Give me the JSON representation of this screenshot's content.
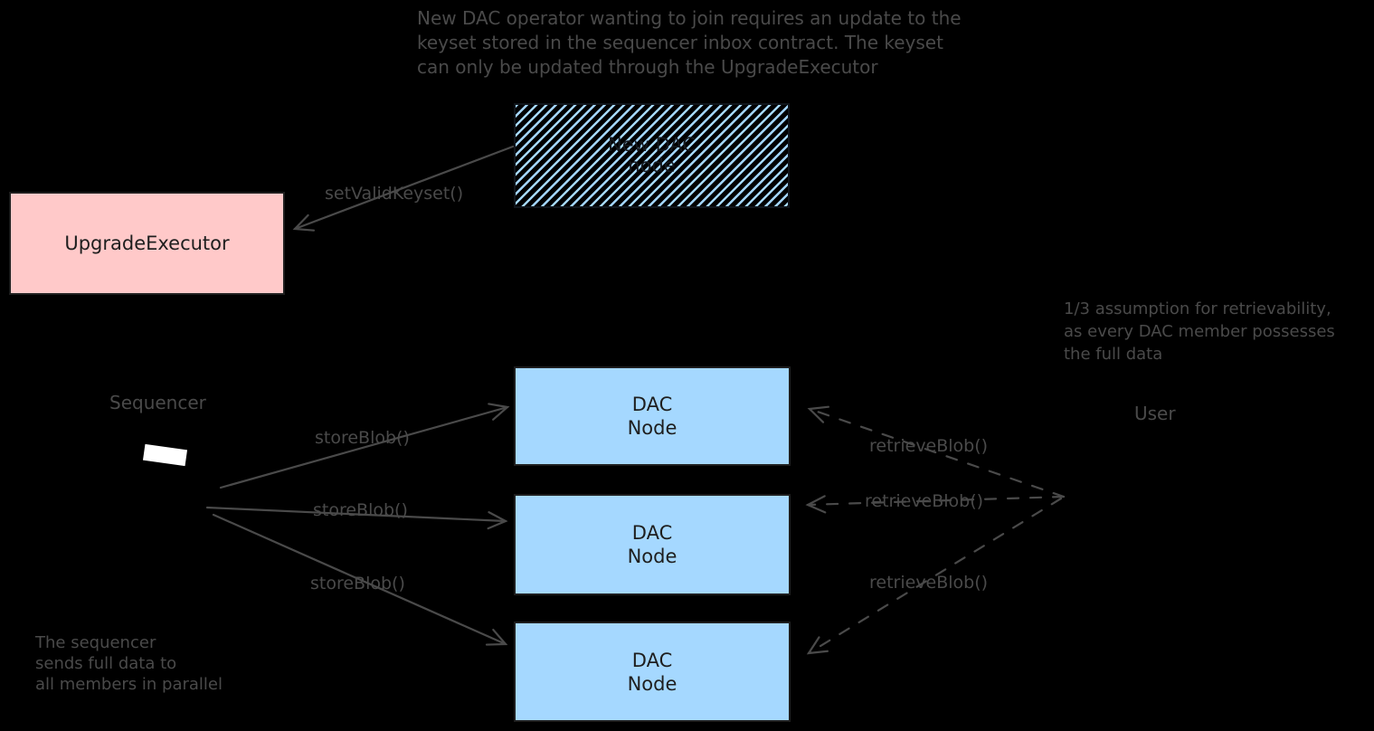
{
  "canvas": {
    "background": "#000000"
  },
  "colors": {
    "annotation": "#4a4a4a",
    "box_border": "#1e1e1e",
    "pink": "#ffc9c9",
    "blue": "#a5d8ff",
    "chip_white": "#ffffff"
  },
  "notes": {
    "top": "New DAC operator wanting to join requires an update to the\nkeyset stored in the sequencer inbox contract. The keyset\ncan only be updated through the UpgradeExecutor",
    "assumption": "1/3 assumption for retrievability,\nas every DAC member possesses\nthe full data",
    "parallel": "The sequencer\nsends full data to\nall members in parallel"
  },
  "nodes": {
    "upgrade_executor": {
      "label": "UpgradeExecutor"
    },
    "new_dac_node": {
      "label": "New DAC\nnode"
    },
    "dac_nodes": [
      {
        "label": "DAC\nNode"
      },
      {
        "label": "DAC\nNode"
      },
      {
        "label": "DAC\nNode"
      }
    ],
    "sequencer": {
      "label": "Sequencer"
    },
    "user": {
      "label": "User"
    }
  },
  "edges": {
    "set_valid_keyset": {
      "label": "setValidKeyset()",
      "style": "solid"
    },
    "store_blob": [
      {
        "label": "storeBlob()",
        "style": "solid"
      },
      {
        "label": "storeBlob()",
        "style": "solid"
      },
      {
        "label": "storeBlob()",
        "style": "solid"
      }
    ],
    "retrieve_blob": [
      {
        "label": "retrieveBlob()",
        "style": "dashed"
      },
      {
        "label": "retrieveBlob()",
        "style": "dashed"
      },
      {
        "label": "retrieveBlob()",
        "style": "dashed"
      }
    ]
  }
}
